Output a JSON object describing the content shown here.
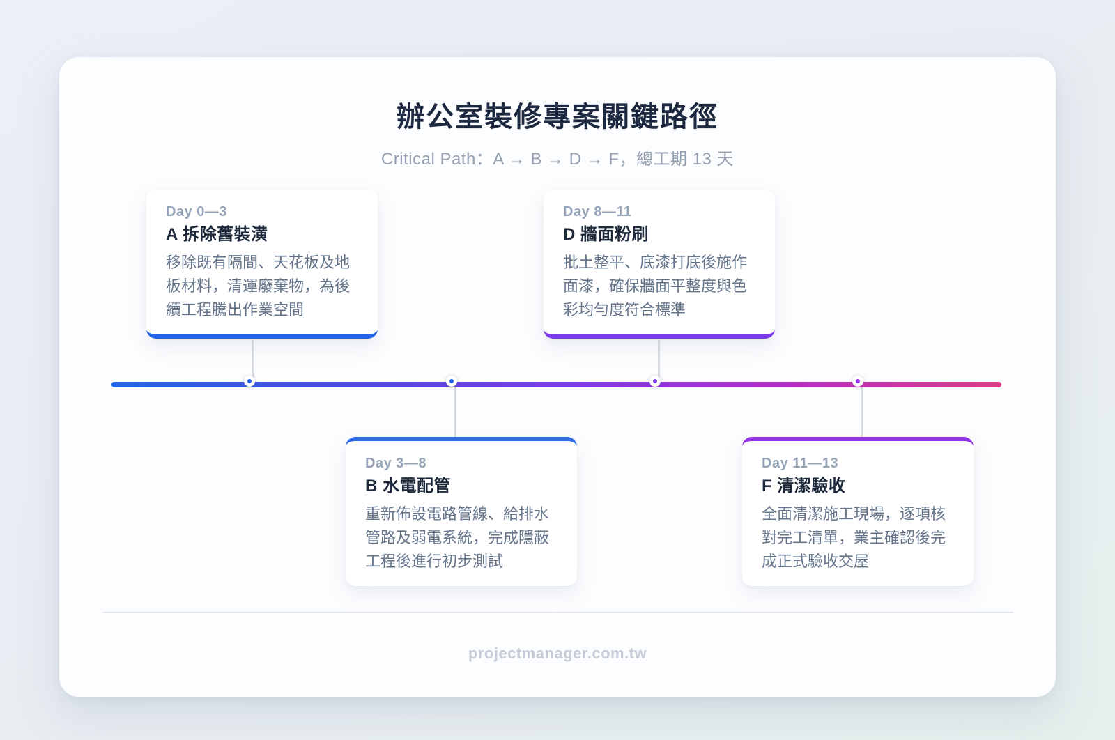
{
  "header": {
    "title": "辦公室裝修專案關鍵路徑",
    "subtitle": "Critical Path：A → B → D → F，總工期 13 天"
  },
  "timeline": {
    "gradient_css": "linear-gradient(90deg,#2563eb 0%,#4f46e5 28%,#7c3aed 52%,#b32fc4 76%,#e03a86 100%)",
    "connector_color": "#d7dade"
  },
  "milestones": [
    {
      "id": "A",
      "day": "Day 0—3",
      "title": "A 拆除舊裝潢",
      "description": "移除既有隔間、天花板及地板材料，清運廢棄物，為後續工程騰出作業空間",
      "position": "above",
      "accent": "#2563eb",
      "dot": "#2563eb"
    },
    {
      "id": "B",
      "day": "Day 3—8",
      "title": "B 水電配管",
      "description": "重新佈設電路管線、給排水管路及弱電系統，完成隱蔽工程後進行初步測試",
      "position": "below",
      "accent": "#2f6ae8",
      "dot": "#2563eb"
    },
    {
      "id": "D",
      "day": "Day 8—11",
      "title": "D 牆面粉刷",
      "description": "批土整平、底漆打底後施作面漆，確保牆面平整度與色彩均勻度符合標準",
      "position": "above",
      "accent": "#7c3aed",
      "dot": "#7c3aed"
    },
    {
      "id": "F",
      "day": "Day 11—13",
      "title": "F 清潔驗收",
      "description": "全面清潔施工現場，逐項核對完工清單，業主確認後完成正式驗收交屋",
      "position": "below",
      "accent": "#9333ea",
      "dot": "#9333ea"
    }
  ],
  "footer": {
    "watermark": "projectmanager.com.tw"
  }
}
